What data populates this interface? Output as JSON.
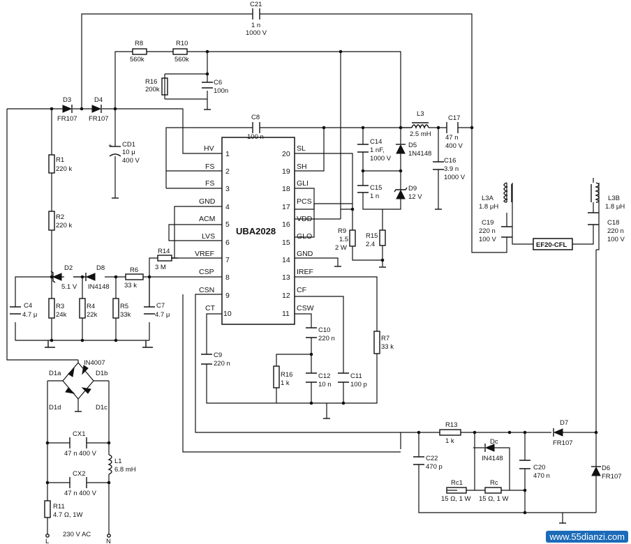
{
  "ic": {
    "name": "UBA2028",
    "pins": [
      {
        "num": "1",
        "label": "HV"
      },
      {
        "num": "2",
        "label": "FS"
      },
      {
        "num": "3",
        "label": "FS"
      },
      {
        "num": "4",
        "label": "GND"
      },
      {
        "num": "5",
        "label": "ACM"
      },
      {
        "num": "6",
        "label": "LVS"
      },
      {
        "num": "7",
        "label": "VREF"
      },
      {
        "num": "8",
        "label": "CSP"
      },
      {
        "num": "9",
        "label": "CSN"
      },
      {
        "num": "10",
        "label": "CT"
      },
      {
        "num": "11",
        "label": "CSW"
      },
      {
        "num": "12",
        "label": "CF"
      },
      {
        "num": "13",
        "label": "IREF"
      },
      {
        "num": "14",
        "label": "GND"
      },
      {
        "num": "15",
        "label": "GLO"
      },
      {
        "num": "16",
        "label": "VDD"
      },
      {
        "num": "17",
        "label": "PCS"
      },
      {
        "num": "18",
        "label": "GLI"
      },
      {
        "num": "19",
        "label": "SH"
      },
      {
        "num": "20",
        "label": "SL"
      }
    ]
  },
  "components": {
    "C21": {
      "ref": "C21",
      "v1": "1 n",
      "v2": "1000 V"
    },
    "R8": {
      "ref": "R8",
      "v1": "560k"
    },
    "R10": {
      "ref": "R10",
      "v1": "560k"
    },
    "R16a": {
      "ref": "R16",
      "v1": "200k"
    },
    "C6": {
      "ref": "C6",
      "v1": "100n"
    },
    "D3": {
      "ref": "D3",
      "v1": "FR107"
    },
    "D4": {
      "ref": "D4",
      "v1": "FR107"
    },
    "C8": {
      "ref": "C8",
      "v1": "100 n"
    },
    "L3": {
      "ref": "L3",
      "v1": "2.5 mH"
    },
    "C17": {
      "ref": "C17",
      "v1": "47 n",
      "v2": "400 V"
    },
    "CD1": {
      "ref": "CD1",
      "v1": "10 μ",
      "v2": "400 V"
    },
    "R1": {
      "ref": "R1",
      "v1": "220 k"
    },
    "R2": {
      "ref": "R2",
      "v1": "220 k"
    },
    "C14": {
      "ref": "C14",
      "v1": "1 nF,",
      "v2": "1000 V"
    },
    "D5": {
      "ref": "D5",
      "v1": "1N4148"
    },
    "C16": {
      "ref": "C16",
      "v1": "3.9 n",
      "v2": "1000 V"
    },
    "C15": {
      "ref": "C15",
      "v1": "1 n"
    },
    "D9": {
      "ref": "D9",
      "v1": "12 V"
    },
    "L3A": {
      "ref": "L3A",
      "v1": "1.8 μH"
    },
    "L3B": {
      "ref": "L3B",
      "v1": "1.8 μH"
    },
    "C19": {
      "ref": "C19",
      "v1": "220 n",
      "v2": "100 V"
    },
    "C18": {
      "ref": "C18",
      "v1": "220 n",
      "v2": "100 V"
    },
    "lamp": {
      "ref": "EF20-CFL"
    },
    "R9": {
      "ref": "R9",
      "v1": "1.5",
      "v2": "2 W"
    },
    "R15": {
      "ref": "R15",
      "v1": "2.4"
    },
    "R14": {
      "ref": "R14",
      "v1": "3 M"
    },
    "D2": {
      "ref": "D2",
      "v1": "5.1 V"
    },
    "D8": {
      "ref": "D8",
      "v1": "IN4148"
    },
    "R6": {
      "ref": "R6",
      "v1": "33 k"
    },
    "C4": {
      "ref": "C4",
      "v1": "4.7 μ"
    },
    "R3": {
      "ref": "R3",
      "v1": "24k"
    },
    "R4": {
      "ref": "R4",
      "v1": "22k"
    },
    "R5": {
      "ref": "R5",
      "v1": "33k"
    },
    "C7": {
      "ref": "C7",
      "v1": "4.7 μ"
    },
    "R7": {
      "ref": "R7",
      "v1": "33 k"
    },
    "C10": {
      "ref": "C10",
      "v1": "220 n"
    },
    "C9": {
      "ref": "C9",
      "v1": "220 n"
    },
    "R16b": {
      "ref": "R16",
      "v1": "1 k"
    },
    "C12": {
      "ref": "C12",
      "v1": "10 n"
    },
    "C11": {
      "ref": "C11",
      "v1": "100 p"
    },
    "bridge": {
      "ref": "IN4007",
      "d1a": "D1a",
      "d1b": "D1b",
      "d1c": "D1c",
      "d1d": "D1d"
    },
    "CX1": {
      "ref": "CX1",
      "v1": "47 n 400 V"
    },
    "CX2": {
      "ref": "CX2",
      "v1": "47 n 400 V"
    },
    "L1": {
      "ref": "L1",
      "v1": "6.8 mH"
    },
    "R11": {
      "ref": "R11",
      "v1": "4.7 Ω, 1W"
    },
    "R13": {
      "ref": "R13",
      "v1": "1 k"
    },
    "D7": {
      "ref": "D7",
      "v1": "FR107"
    },
    "Dc": {
      "ref": "Dc",
      "v1": "IN4148"
    },
    "C22": {
      "ref": "C22",
      "v1": "470 p"
    },
    "C20": {
      "ref": "C20",
      "v1": "470 n"
    },
    "D6": {
      "ref": "D6",
      "v1": "FR107"
    },
    "Rc1": {
      "ref": "Rc1",
      "v1": "15 Ω, 1 W"
    },
    "Rc": {
      "ref": "Rc",
      "v1": "15 Ω, 1 W"
    }
  },
  "input": {
    "label": "230 V AC",
    "line": "L",
    "neutral": "N"
  },
  "watermark": "www.55dianzi.com"
}
